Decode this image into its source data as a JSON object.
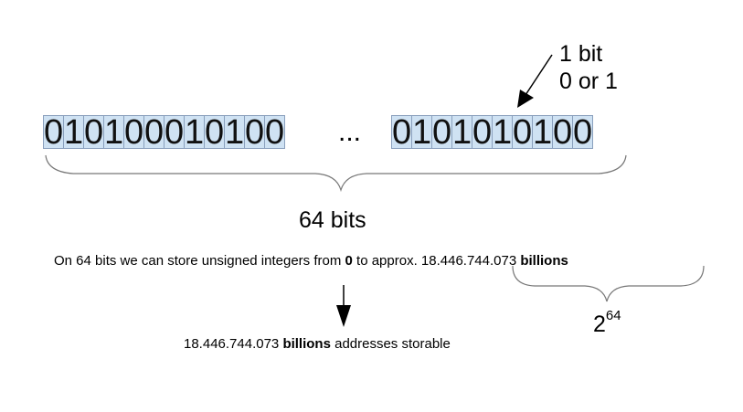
{
  "bit_groups": {
    "left": [
      "0",
      "1",
      "0",
      "1",
      "0",
      "0",
      "0",
      "1",
      "0",
      "1",
      "0",
      "0"
    ],
    "ellipsis": "...",
    "right": [
      "0",
      "1",
      "0",
      "1",
      "0",
      "1",
      "0",
      "1",
      "0",
      "0"
    ]
  },
  "bit_note": {
    "line1": "1 bit",
    "line2": "0 or 1"
  },
  "total_label": "64 bits",
  "statement": {
    "prefix": "On 64 bits we can store unsigned integers from ",
    "zero": "0",
    "middle": " to approx. ",
    "number": "18.446.744.073 ",
    "unit": "billions"
  },
  "power": {
    "base": "2",
    "exponent": "64"
  },
  "conclusion": {
    "number": "18.446.744.073 ",
    "unit": "billions",
    "suffix": " addresses storable"
  },
  "colors": {
    "bit_fill": "#cfe2f3",
    "bit_border": "#8aa0bd",
    "bracket": "#777777"
  }
}
